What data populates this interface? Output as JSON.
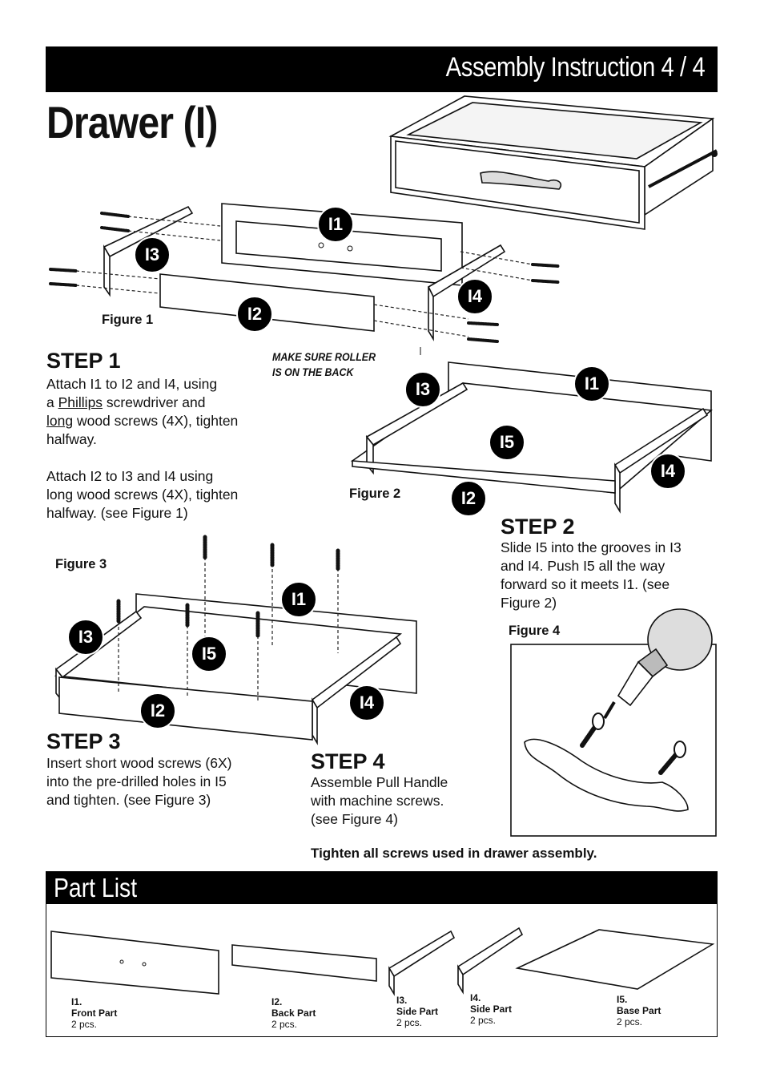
{
  "header": {
    "title": "Assembly Instruction 4 / 4"
  },
  "page_title": "Drawer (I)",
  "steps": [
    {
      "heading": "STEP 1",
      "text_parts": [
        "Attach I1 to I2 and I4, using\na ",
        "Phillips",
        " screwdriver and\n",
        "long",
        " wood screws (4X), tighten\nhalfway.\n\nAttach I2 to I3 and I4 using\nlong wood screws (4X), tighten\nhalfway. (see Figure 1)"
      ]
    },
    {
      "heading": "STEP 2",
      "text": "Slide I5 into the grooves in I3\nand I4. Push I5 all the way\nforward so it meets I1. (see\nFigure 2)"
    },
    {
      "heading": "STEP 3",
      "text": "Insert short wood screws (6X)\ninto the pre-drilled holes in I5\nand tighten. (see Figure 3)"
    },
    {
      "heading": "STEP 4",
      "text": "Assemble Pull Handle\nwith machine screws.\n(see Figure 4)"
    }
  ],
  "figures": {
    "fig1": "Figure 1",
    "fig2": "Figure 2",
    "fig3": "Figure 3",
    "fig4": "Figure 4"
  },
  "note": "MAKE SURE ROLLER\nIS ON THE BACK",
  "badges": {
    "i1": "I1",
    "i2": "I2",
    "i3": "I3",
    "i4": "I4",
    "i5": "I5"
  },
  "footer_note": "Tighten all screws used in drawer assembly.",
  "part_list": {
    "title": "Part List",
    "parts": [
      {
        "id": "I1.",
        "name": "Front Part",
        "qty": "2 pcs."
      },
      {
        "id": "I2.",
        "name": "Back Part",
        "qty": "2 pcs."
      },
      {
        "id": "I3.",
        "name": "Side Part",
        "qty": "2 pcs."
      },
      {
        "id": "I4.",
        "name": "Side Part",
        "qty": "2 pcs."
      },
      {
        "id": "I5.",
        "name": "Base Part",
        "qty": "2 pcs."
      }
    ]
  }
}
